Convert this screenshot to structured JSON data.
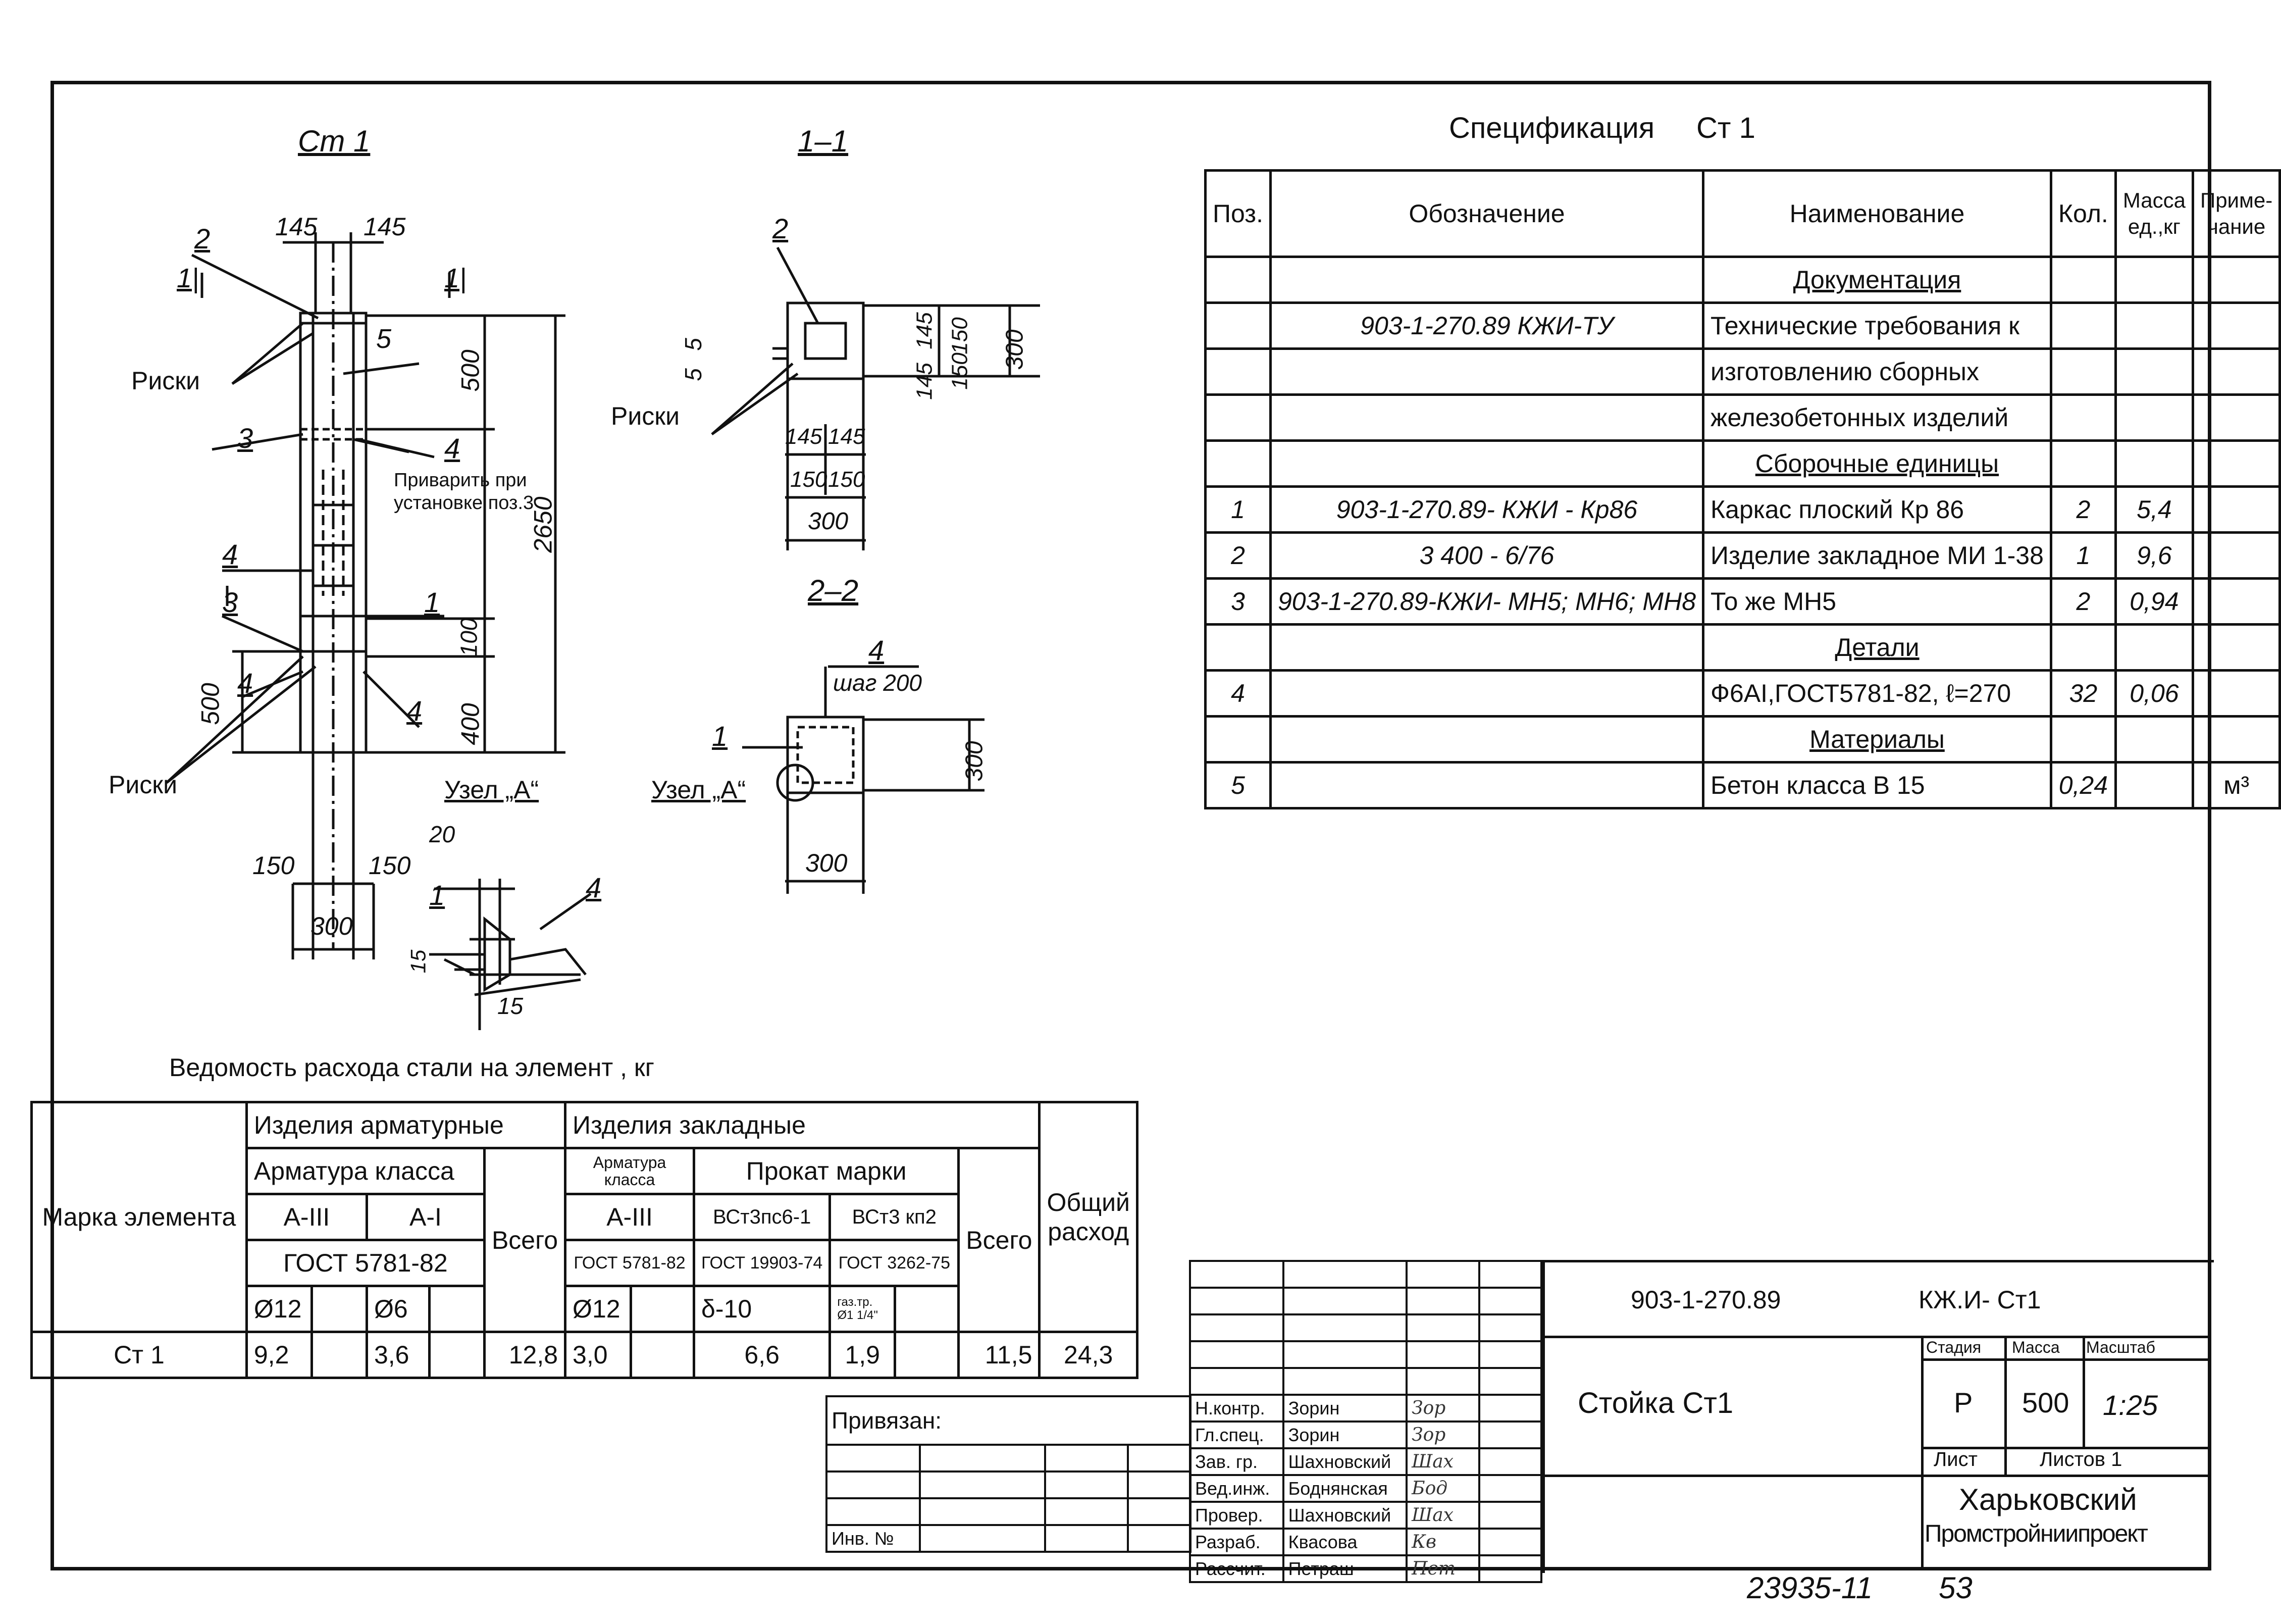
{
  "views": {
    "st1_title": "Ст 1",
    "s11_title": "1–1",
    "s22_title": "2–2",
    "uzel_title": "Узел „А“",
    "uzel_ref": "Узел „А“",
    "riski": "Риски",
    "privarit_line1": "Приварить при",
    "privarit_line2": "установке поз.3",
    "dims": {
      "d145": "145",
      "d500": "500",
      "d2650": "2650",
      "d100": "100",
      "d400": "400",
      "d150": "150",
      "d300": "300",
      "d5": "5",
      "d20": "20",
      "d15": "15",
      "shag": "шаг 200"
    },
    "pos": {
      "p1": "1",
      "p2": "2",
      "p3": "3",
      "p4": "4",
      "p5": "5",
      "cut": "1|"
    }
  },
  "spec": {
    "title": "Спецификация",
    "mark": "Ст 1",
    "headers": {
      "pos": "Поз.",
      "designation": "Обозначение",
      "name": "Наименование",
      "qty": "Кол.",
      "mass_1": "Масса",
      "mass_2": "ед.,кг",
      "note_1": "Приме-",
      "note_2": "чание"
    },
    "rows": [
      {
        "pos": "",
        "designation": "",
        "name": "Документация",
        "qty": "",
        "mass": "",
        "note": "",
        "section": true
      },
      {
        "pos": "",
        "designation": "903-1-270.89   КЖИ-ТУ",
        "name": "Технические требования к",
        "qty": "",
        "mass": "",
        "note": ""
      },
      {
        "pos": "",
        "designation": "",
        "name": "изготовлению сборных",
        "qty": "",
        "mass": "",
        "note": ""
      },
      {
        "pos": "",
        "designation": "",
        "name": "железобетонных изделий",
        "qty": "",
        "mass": "",
        "note": ""
      },
      {
        "pos": "",
        "designation": "",
        "name": "Сборочные единицы",
        "qty": "",
        "mass": "",
        "note": "",
        "section": true
      },
      {
        "pos": "1",
        "designation": "903-1-270.89- КЖИ - Кр86",
        "name": "Каркас плоский     Кр 86",
        "qty": "2",
        "mass": "5,4",
        "note": ""
      },
      {
        "pos": "2",
        "designation": "3 400 - 6/76",
        "name": "Изделие закладное МИ 1-38",
        "qty": "1",
        "mass": "9,6",
        "note": ""
      },
      {
        "pos": "3",
        "designation": "903-1-270.89-КЖИ- МН5; МН6; МН8",
        "name": "То же                 МН5",
        "qty": "2",
        "mass": "0,94",
        "note": ""
      },
      {
        "pos": "",
        "designation": "",
        "name": "Детали",
        "qty": "",
        "mass": "",
        "note": "",
        "section": true
      },
      {
        "pos": "4",
        "designation": "",
        "name": "Ф6АI,ГОСТ5781-82, ℓ=270",
        "qty": "32",
        "mass": "0,06",
        "note": ""
      },
      {
        "pos": "",
        "designation": "",
        "name": "Материалы",
        "qty": "",
        "mass": "",
        "note": "",
        "section": true
      },
      {
        "pos": "5",
        "designation": "",
        "name": "Бетон   класса   В 15",
        "qty": "0,24",
        "mass": "",
        "note": "м³"
      }
    ]
  },
  "vedomost": {
    "title": "Ведомость   расхода   стали   на   элемент , кг",
    "h_mark": "Марка элемента",
    "h_armatur": "Изделия арматурные",
    "h_armatura_klassa": "Арматура   класса",
    "h_a3": "А-III",
    "h_a1": "А-I",
    "h_gost1": "ГОСТ   5781-82",
    "h_d12": "Ø12",
    "h_d6": "Ø6",
    "h_vsego": "Всего",
    "h_zaklad": "Изделия   закладные",
    "h_arm_kl_small": "Арматура класса",
    "h_prokat": "Прокат  марки",
    "h_a3b": "А-III",
    "h_vst1": "ВСт3пс6-1",
    "h_vst2": "ВСт3 кп2",
    "h_gost2": "ГОСТ 5781-82",
    "h_gost3": "ГОСТ 19903-74",
    "h_gost4": "ГОСТ 3262-75",
    "h_d12b": "Ø12",
    "h_delta": "δ-10",
    "h_gaz": "газ.тр. Ø1 1/4\"",
    "h_vsego2": "Всего",
    "h_obsh": "Общий расход",
    "row": {
      "mark": "Ст 1",
      "a3": "9,2",
      "a1": "3,6",
      "vsego1": "12,8",
      "a3b": "3,0",
      "delta": "6,6",
      "gaz": "1,9",
      "vsego2": "11,5",
      "total": "24,3"
    }
  },
  "stamp": {
    "privyazan": "Привязан:",
    "inv": "Инв. №",
    "code": "903-1-270.89",
    "code_mark": "КЖ.И- Ст1",
    "name": "Стойка   Ст1",
    "h_stadia": "Стадия",
    "h_massa": "Масса",
    "h_masshtab": "Масштаб",
    "stadia": "Р",
    "massa": "500",
    "masshtab": "1:25",
    "h_list": "Лист",
    "h_listov": "Листов 1",
    "org1": "Харьковский",
    "org2": "Промстройниипроект",
    "people": [
      {
        "role": "Н.контр.",
        "name": "Зорин",
        "sig": "Зор"
      },
      {
        "role": "Гл.спец.",
        "name": "Зорин",
        "sig": "Зор"
      },
      {
        "role": "Зав. гр.",
        "name": "Шахновский",
        "sig": "Шах"
      },
      {
        "role": "Вед.инж.",
        "name": "Боднянская",
        "sig": "Бод"
      },
      {
        "role": "Провер.",
        "name": "Шахновский",
        "sig": "Шах"
      },
      {
        "role": "Разраб.",
        "name": "Квасова",
        "sig": "Кв"
      },
      {
        "role": "Рассчит.",
        "name": "Петраш",
        "sig": "Пет"
      }
    ],
    "archive": "23935-11",
    "page": "53"
  }
}
